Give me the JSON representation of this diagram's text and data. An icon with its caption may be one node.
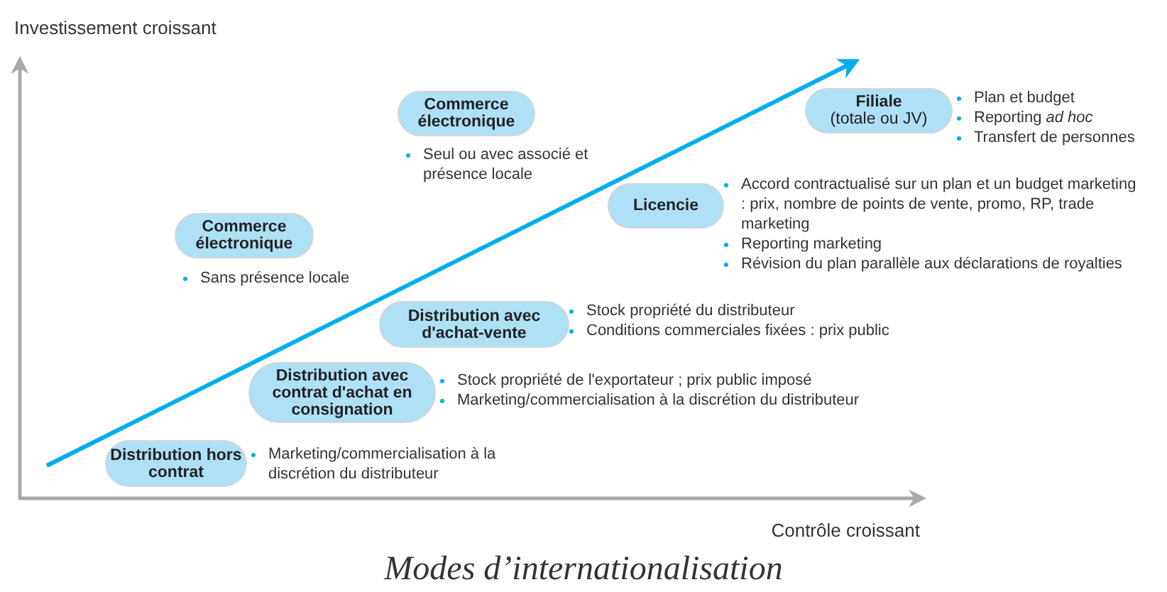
{
  "diagram": {
    "caption": "Modes d’internationalisation",
    "nodes": [
      {
        "text": [
          "Commerce électronique"
        ],
        "beside": [
          "Seul ou avec associé et présence locale"
        ]
      },
      {
        "text": [
          "Filiale",
          "(totale ou JV)"
        ],
        "beside": [
          "Plan et budget",
          "Reporting *ad hoc*",
          "Transfert de personnes"
        ]
      },
      {
        "text": [
          "Licencie"
        ],
        "beside": [
          "Accord contractualisé sur un plan et un budget marketing : prix, nombre de points de vente, promo, RP, trade marketing",
          "Reporting marketing",
          "Révision du plan parallèle aux déclarations de royalties"
        ]
      },
      {
        "text": [
          "Commerce électronique"
        ],
        "beside": [
          "Sans présence locale"
        ]
      },
      {
        "text": [
          "Distribution avec d'achat-vente"
        ],
        "beside": [
          "Stock propriété du distributeur",
          "Conditions commerciales fixées : prix public"
        ]
      },
      {
        "text": [
          "Distribution avec contrat d'achat en consignation"
        ],
        "beside": [
          "Stock propriété de l'exportateur ; prix public imposé",
          "Marketing/commercialisation à la discrétion du distributeur"
        ]
      },
      {
        "text": [
          "Distribution hors contrat"
        ],
        "beside": [
          "Marketing/commercialisation à la discrétion du distributeur"
        ]
      }
    ],
    "labels": [
      "Investissement croissant",
      "Contrôle croissant"
    ]
  }
}
